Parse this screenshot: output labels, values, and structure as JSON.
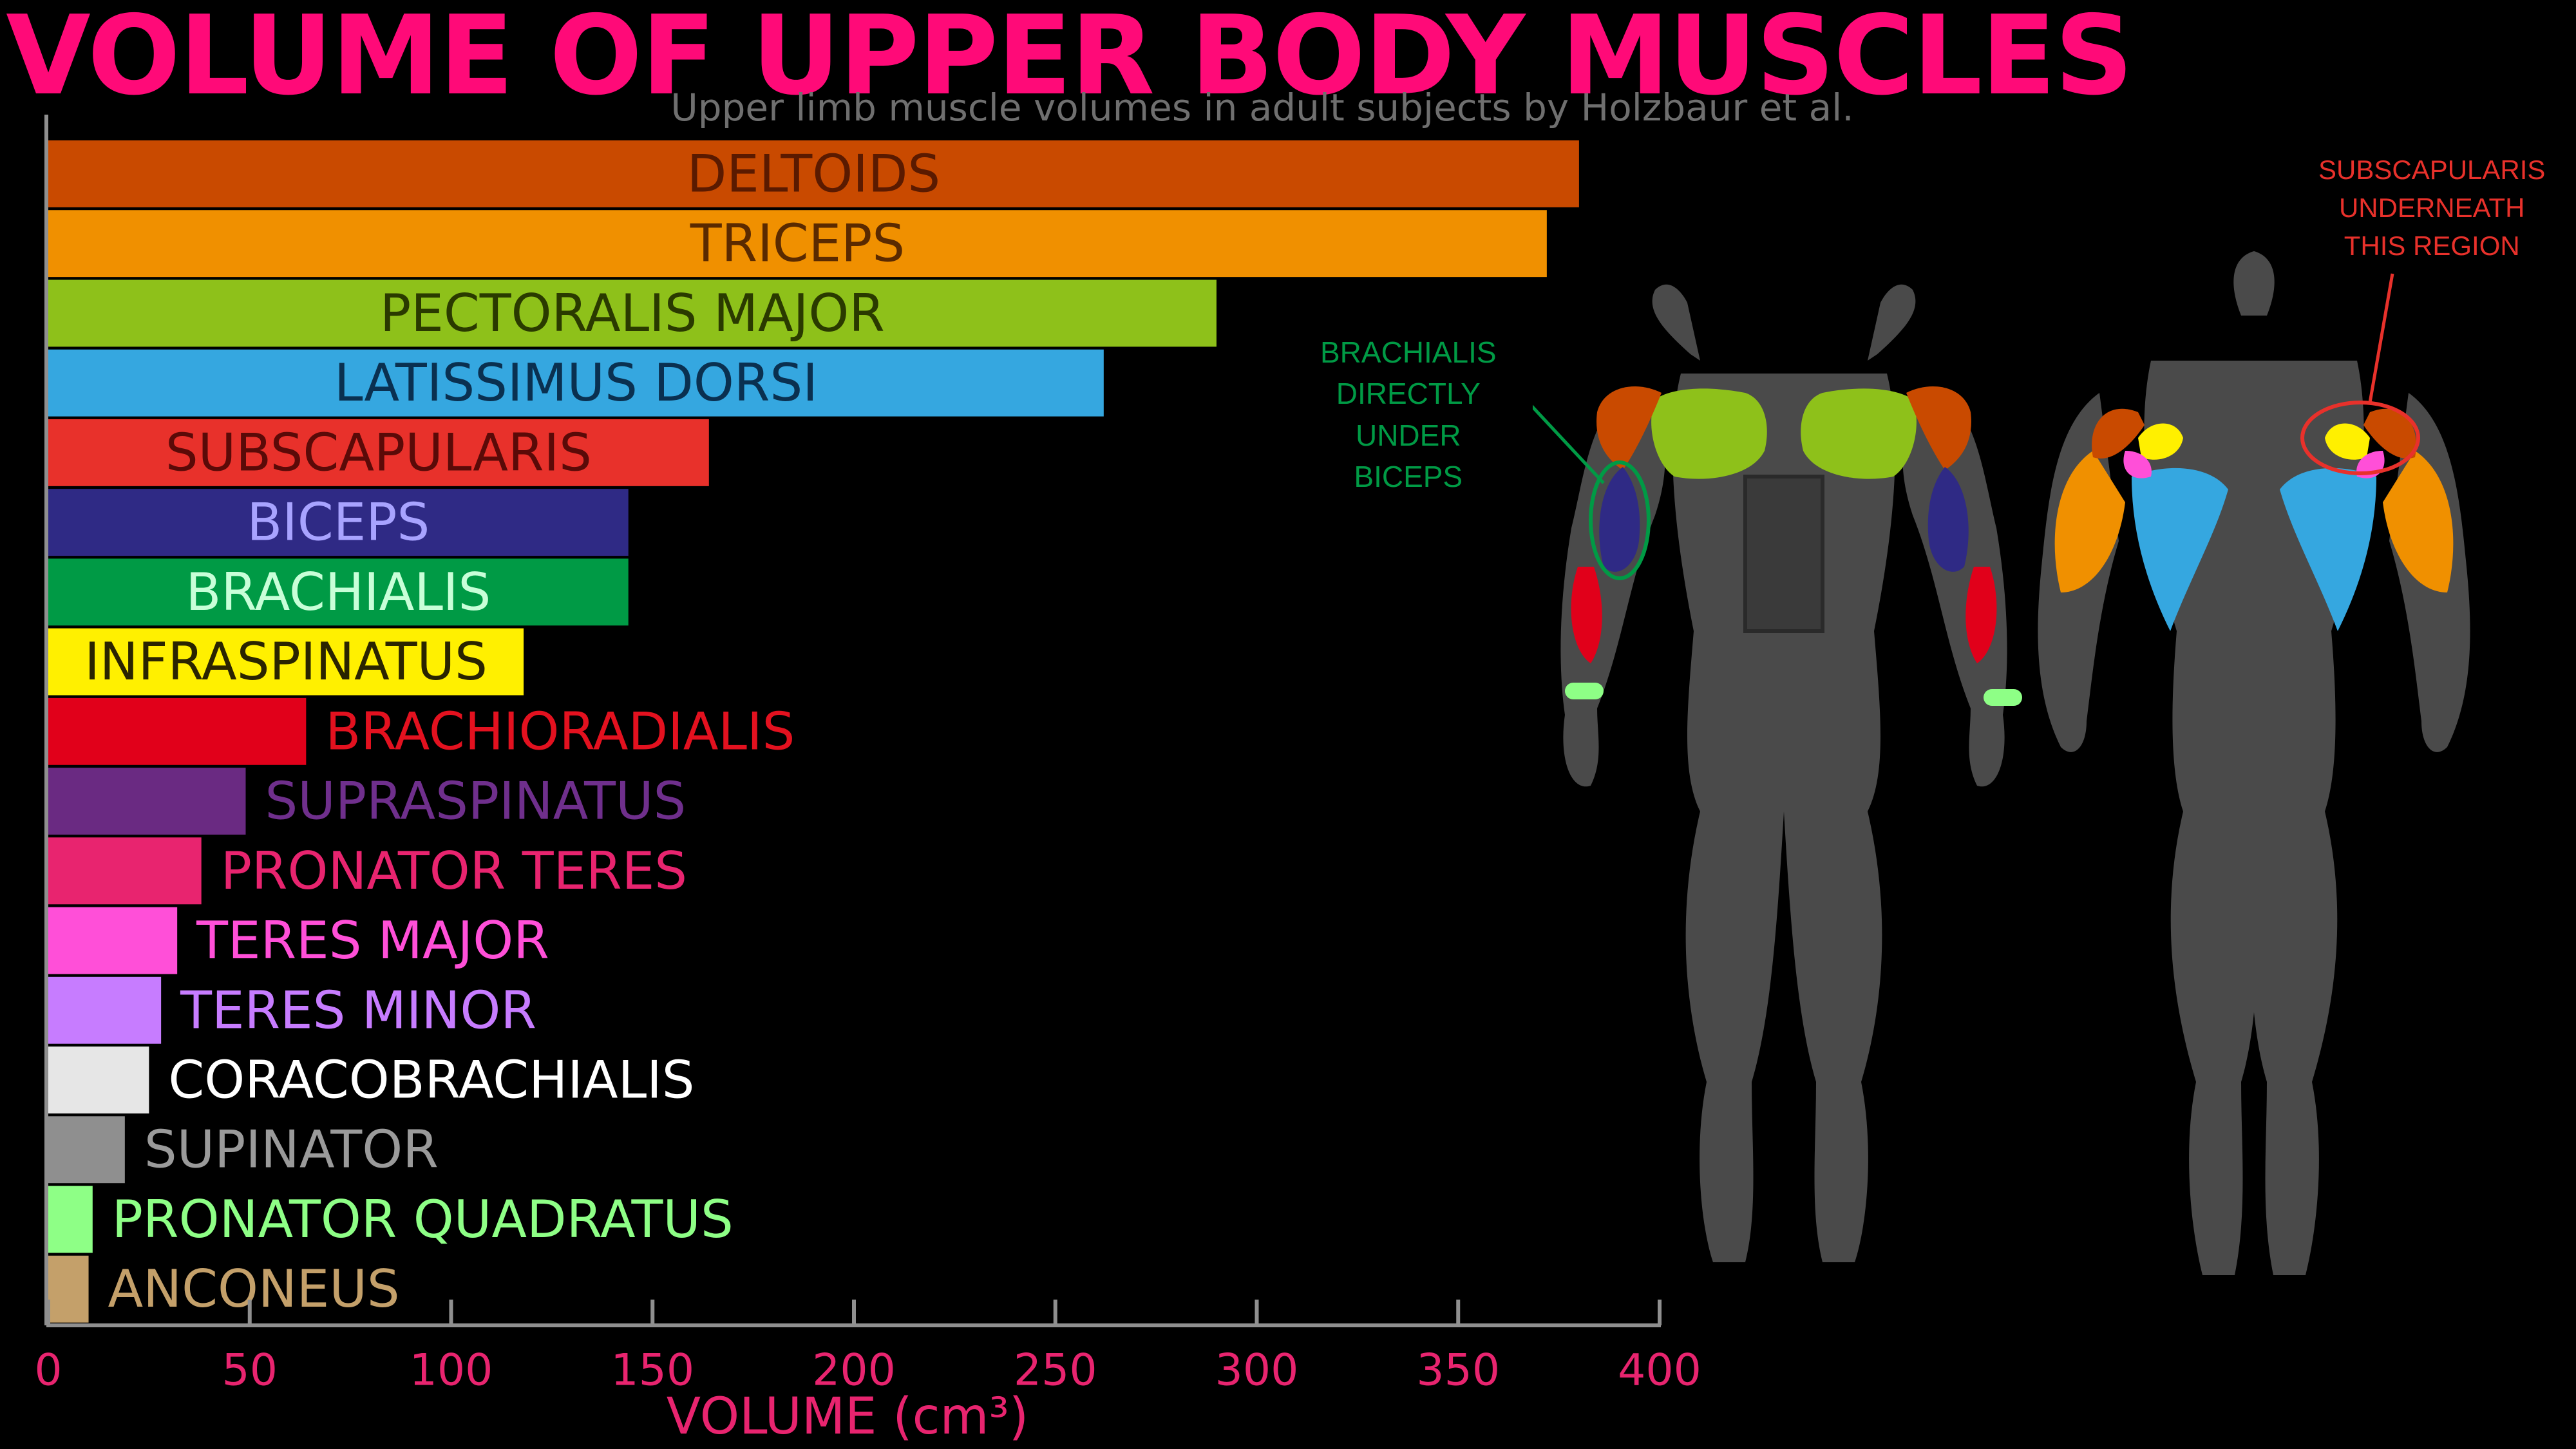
{
  "chart_data": {
    "type": "bar",
    "orientation": "horizontal",
    "title": "VOLUME OF UPPER BODY MUSCLES",
    "subtitle": "Upper limb muscle volumes in adult subjects by Holzbaur et al.",
    "xlabel": "VOLUME (cm³)",
    "xlim": [
      0,
      400
    ],
    "xticks": [
      "0",
      "50",
      "100",
      "150",
      "200",
      "250",
      "300",
      "350",
      "400"
    ],
    "categories": [
      "DELTOIDS",
      "TRICEPS",
      "PECTORALIS MAJOR",
      "LATISSIMUS DORSI",
      "SUBSCAPULARIS",
      "BICEPS",
      "BRACHIALIS",
      "INFRASPINATUS",
      "BRACHIORADIALIS",
      "SUPRASPINATUS",
      "PRONATOR TERES",
      "TERES MAJOR",
      "TERES MINOR",
      "CORACOBRACHIALIS",
      "SUPINATOR",
      "PRONATOR QUADRATUS",
      "ANCONEUS"
    ],
    "values": [
      380,
      372,
      290,
      262,
      164,
      144,
      144,
      118,
      64,
      49,
      38,
      32,
      28,
      25,
      19,
      11,
      10
    ],
    "colors": [
      "#c94a00",
      "#f09000",
      "#8ec11a",
      "#35a7e0",
      "#e8312b",
      "#2f2a85",
      "#009a45",
      "#fff000",
      "#e1001a",
      "#6a2a82",
      "#e8246f",
      "#ff4fd8",
      "#c77cff",
      "#e6e6e6",
      "#8f8f8f",
      "#8eff86",
      "#c4a06a"
    ],
    "label_colors": [
      "#5a1a00",
      "#5a2a00",
      "#2a3a00",
      "#0a3050",
      "#5a0a08",
      "#a8a3ff",
      "#c8ffd8",
      "#2a2400",
      "#e3111f",
      "#6f2f8c",
      "#e8246f",
      "#ff4fd8",
      "#c77cff",
      "#ffffff",
      "#9a9a9a",
      "#8eff86",
      "#c4a06a"
    ],
    "label_inside": [
      true,
      true,
      true,
      true,
      true,
      true,
      true,
      true,
      false,
      false,
      false,
      false,
      false,
      false,
      false,
      false,
      false
    ],
    "grid": false,
    "legend": "none",
    "axis_color": "#e8246f"
  },
  "annotations": {
    "brachialis": [
      "BRACHIALIS",
      "DIRECTLY",
      "UNDER",
      "BICEPS"
    ],
    "subscapularis": [
      "SUBSCAPULARIS",
      "UNDERNEATH",
      "THIS REGION"
    ]
  },
  "figure_colors": {
    "body": "#4a4a4a",
    "deltoid": "#c94a00",
    "triceps": "#f09000",
    "pectoralis": "#8ec11a",
    "latissimus": "#35a7e0",
    "biceps": "#2f2a85",
    "brachioradialis": "#e1001a",
    "infraspinatus": "#fff000",
    "teres_major": "#ff4fd8",
    "pronator_quadratus": "#8eff86",
    "brachialis_callout": "#009a45",
    "subscapularis_callout": "#e8312b"
  }
}
